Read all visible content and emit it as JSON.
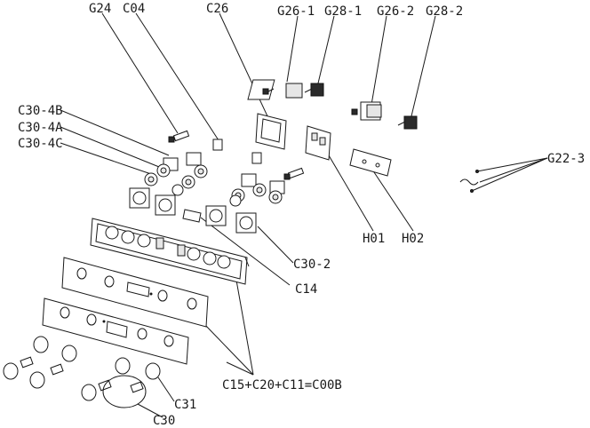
{
  "labels": {
    "g24": "G24",
    "c04": "C04",
    "c26": "C26",
    "g26_1": "G26-1",
    "g28_1": "G28-1",
    "g26_2": "G26-2",
    "g28_2": "G28-2",
    "c30_4b": "C30-4B",
    "c30_4a": "C30-4A",
    "c30_4c": "C30-4C",
    "g22_3": "G22-3",
    "h01": "H01",
    "h02": "H02",
    "c30_2": "C30-2",
    "c14": "C14",
    "c00b": "C15+C20+C11=C00B",
    "c31": "C31",
    "c30": "C30"
  }
}
